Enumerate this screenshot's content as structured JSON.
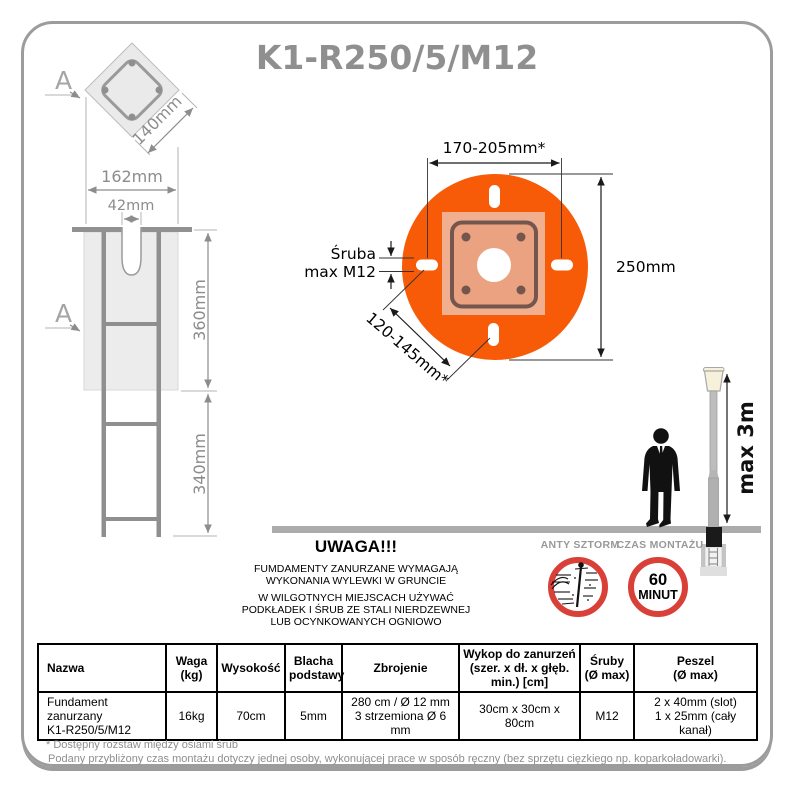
{
  "title": "K1-R250/5/M12",
  "colors": {
    "plate_orange": "#F75B08",
    "plate_salmon": "#F0B08F",
    "plate_salmon_dark": "#EAA281",
    "plate_frame": "#74564E",
    "badge_red": "#D84038",
    "drawing_gray": "#8F8F8F"
  },
  "section": {
    "label_top": "A",
    "label_mid": "A"
  },
  "left_view": {
    "dim_diag": "140mm",
    "dim_width": "162mm",
    "dim_slot": "42mm",
    "dim_body": "360mm",
    "dim_rebar": "340mm"
  },
  "plate_view": {
    "dim_bolt_spacing_h": "170-205mm*",
    "dim_diameter": "250mm",
    "dim_bolt_spacing_d": "120-145mm*",
    "bolt_note_l1": "Śruba",
    "bolt_note_l2": "max M12"
  },
  "installation": {
    "pole_height": "max 3m"
  },
  "warning": {
    "heading": "UWAGA!!!",
    "para1": "FUMDAMENTY ZANURZANE WYMAGAJĄ\nWYKONANIA WYLEWKI W GRUNCIE",
    "para2": "W WILGOTNYCH MIEJSCACH UŻYWAĆ\nPODKŁADEK I ŚRUB ZE STALI NIERDZEWNEJ\nLUB OCYNKOWANYCH OGNIOWO"
  },
  "badges": {
    "storm": {
      "label": "ANTY SZTORM"
    },
    "time": {
      "label": "CZAS MONTAŻU",
      "value": "60",
      "unit": "MINUT"
    }
  },
  "spec_table": {
    "headers": [
      "Nazwa",
      "Waga\n(kg)",
      "Wysokość",
      "Blacha\npodstawy",
      "Zbrojenie",
      "Wykop do zanurzeń\n(szer. x dł. x głęb.\nmin.) [cm]",
      "Śruby\n(Ø max)",
      "Peszel\n(Ø max)"
    ],
    "row": [
      "Fundament zanurzany\nK1-R250/5/M12",
      "16kg",
      "70cm",
      "5mm",
      "280 cm / Ø 12 mm\n3 strzemiona Ø 6 mm",
      "30cm x 30cm x 80cm",
      "M12",
      "2 x 40mm (slot)\n1 x 25mm (cały kanał)"
    ]
  },
  "footnotes": {
    "line1": "* Dostępny rozstaw między osiami śrub",
    "line2": "Podany przybliżony czas montażu dotyczy jednej osoby, wykonującej prace w sposób ręczny (bez sprzętu cięzkiego np. koparkoładowarki)."
  }
}
